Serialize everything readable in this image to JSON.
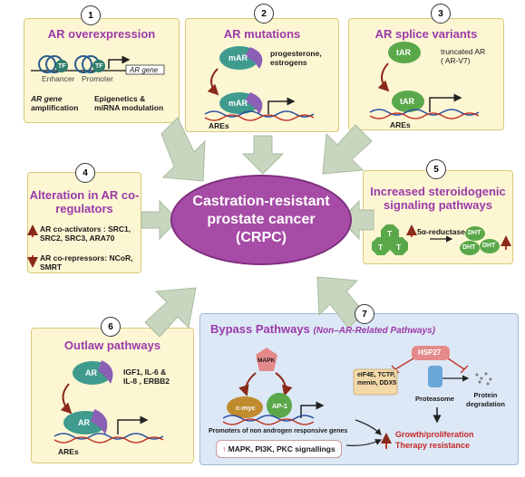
{
  "center": {
    "line1": "Castration-resistant",
    "line2": "prostate cancer",
    "line3": "(CRPC)"
  },
  "panel1": {
    "num": "1",
    "title": "AR overexpression",
    "tf1": "TF",
    "tf2": "TF",
    "enhancer": "Enhancer",
    "promoter": "Promoter",
    "ar_gene": "AR gene",
    "left_note_1": "AR gene",
    "left_note_2": "amplification",
    "right_note_1": "Epigenetics &",
    "right_note_2": "miRNA modulation"
  },
  "panel2": {
    "num": "2",
    "title": "AR mutations",
    "mar_top": "mAR",
    "mar_bottom": "mAR",
    "ligands_1": "progesterone,",
    "ligands_2": "estrogens",
    "ares": "AREs"
  },
  "panel3": {
    "num": "3",
    "title": "AR splice variants",
    "tar_top": "tAR",
    "tar_bottom": "tAR",
    "truncated_1": "truncated AR",
    "truncated_2": "( AR-V7)",
    "ares": "AREs"
  },
  "panel4": {
    "num": "4",
    "title_1": "Alteration in AR co-",
    "title_2": "regulators",
    "coact_1": "AR co-activators : SRC1,",
    "coact_2": "SRC2, SRC3, ARA70",
    "corep_1": "AR co-repressors: NCoR,",
    "corep_2": "SMRT"
  },
  "panel5": {
    "num": "5",
    "title_1": "Increased steroidogenic",
    "title_2": "signaling pathways",
    "reductase": "5α-reductase",
    "t": "T",
    "dht": "DHT"
  },
  "panel6": {
    "num": "6",
    "title": "Outlaw pathways",
    "ar_top": "AR",
    "ar_bottom": "AR",
    "factors_1": "IGF1, IL-6 &",
    "factors_2": "IL-8 , ERBB2",
    "ares": "AREs"
  },
  "panel7": {
    "num": "7",
    "title": "Bypass Pathways",
    "subtitle": "(Non–AR-Related Pathways)",
    "mapk": "MAPK",
    "cmyc": "c-myc",
    "ap1": "AP-1",
    "promoters": "Promoters of non androgen responsive genes",
    "signalling": "MAPK, PI3K, PKC signallings",
    "hsp27": "HSP27",
    "eif_1": "eIF4E, TCTP,",
    "eif_2": "menin, DDX5",
    "proteasome": "Proteasome",
    "degradation_1": "Protein",
    "degradation_2": "degradation",
    "growth": "Growth/proliferation",
    "resistance": "Therapy resistance"
  },
  "colors": {
    "title": "#9b3aa8",
    "center": "#a64ca6",
    "teal": "#3f9b8e",
    "purple": "#8b5fb5",
    "green": "#5aa84a",
    "arrow": "#c8d6bf",
    "panel": "#fdf6d3",
    "bypass": "#dce8f6"
  }
}
